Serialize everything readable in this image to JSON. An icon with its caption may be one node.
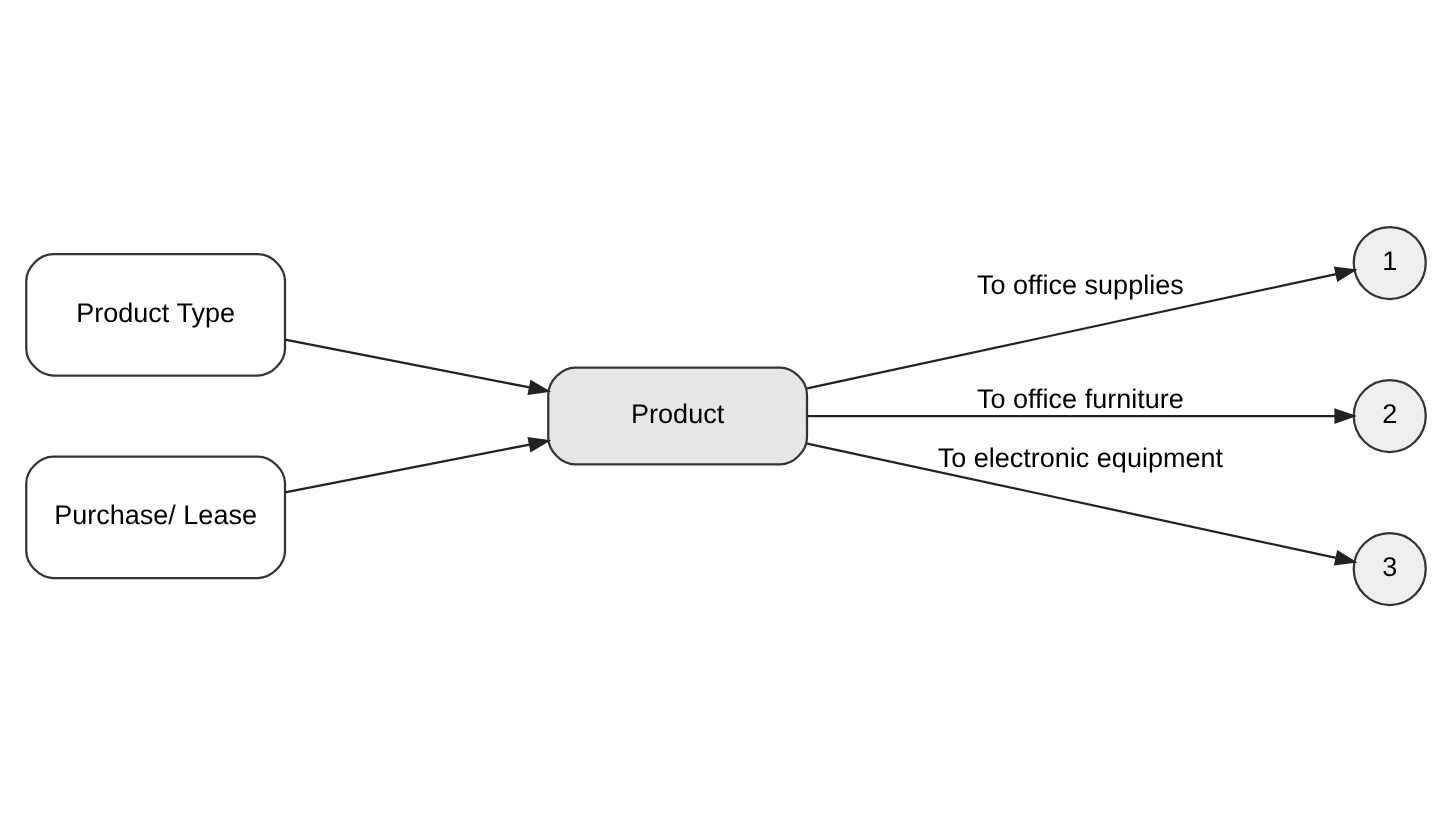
{
  "diagram": {
    "nodes": [
      {
        "text": [
          "Product Type"
        ]
      },
      {
        "text": [
          "Purchase/ Lease"
        ]
      },
      {
        "text": [
          "Product"
        ]
      },
      {
        "text": [
          "1"
        ]
      },
      {
        "text": [
          "2"
        ]
      },
      {
        "text": [
          "3"
        ]
      }
    ],
    "edges": [
      {
        "from": 0,
        "to": 2,
        "arrow": "to"
      },
      {
        "from": 1,
        "to": 2,
        "arrow": "to"
      },
      {
        "from": 2,
        "to": 3,
        "arrow": "to",
        "label": "To office supplies"
      },
      {
        "from": 2,
        "to": 4,
        "arrow": "to",
        "label": "To office furniture"
      },
      {
        "from": 2,
        "to": 5,
        "arrow": "to",
        "label": "To electronic equipment"
      }
    ]
  }
}
